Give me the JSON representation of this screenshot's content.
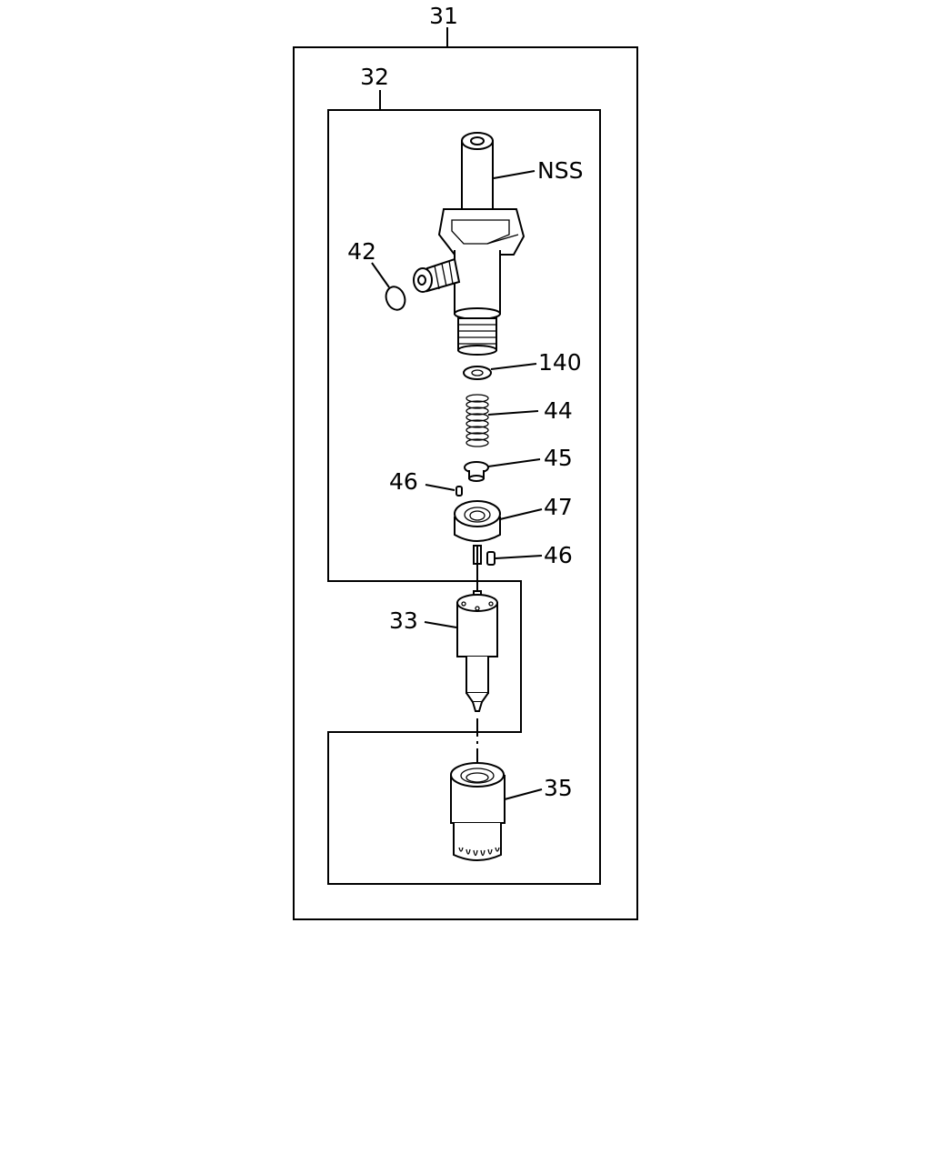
{
  "diagram": {
    "callouts": {
      "c31": "31",
      "c32": "32",
      "nss": "NSS",
      "c42": "42",
      "c140": "140",
      "c44": "44",
      "c45": "45",
      "c46a": "46",
      "c47": "47",
      "c46b": "46",
      "c33": "33",
      "c35": "35"
    },
    "parts": [
      "nozzle-holder-body-icon",
      "o-ring-icon",
      "shim-washer-icon",
      "spring-icon",
      "spring-seat-icon",
      "dowel-pin-icon",
      "spacer-icon",
      "nozzle-icon",
      "retaining-nut-icon"
    ]
  }
}
